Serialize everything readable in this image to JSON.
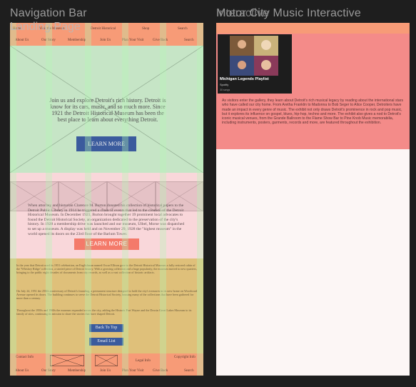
{
  "frames": {
    "left_title": "Navigation Bar",
    "left_overlap": "Landing Page",
    "right_title": "Motor City Music Interactive",
    "right_overlap": "Interactive"
  },
  "nav_top": [
    "Home",
    "Visit the Museum",
    "Detroit Historical",
    "Shop",
    "Search"
  ],
  "nav_second": [
    "About Us",
    "Our Story",
    "Membership",
    "Join Us",
    "Plan Your Visit",
    "Give Back",
    "Search"
  ],
  "hero": {
    "text": "Join us and explore Detroit's rich history. Detroit is know for its cars, music, and so much more. Since 1921 the Detroit Historical Museum has been the best place to learn about everything Detroit.",
    "button": "LEARN MORE"
  },
  "history": {
    "text": "When attorney and historian Clarence M. Burton donated his collection of historical papers to the Detroit Public Library in 1914 he triggered a chain of events that led to the creation of the Detroit Historical Museum. In December 1921, Burton brought together 19 prominent local advocates to found the Detroit Historical Society, an organization dedicated to the preservation of the city's history. In 1928 a membership drive was launched and our museum, Ulbel, Morse was dispatched to set up a museum. A display was held and on November 29, 1928 the \"highest museum\" in the world opened its doors on the 23rd floor of the Barlum Tower.",
    "button": "LEARN MORE"
  },
  "gold": {
    "p1": "In the year that Detroit used its 1951 celebration, an Englishman named Oscar Ellison gave to the Detroit Historical Museum a fully restored cabin of the 'Whiskey Ridge' collection, a storied piece of Detroit history. With a growing collection and a huge popularity, the museum moved to new quarters, bringing to the public eight decades of documents from city records, as well as a vast collection of historic artifacts.",
    "p2": "On July 24, 1951 the 250th anniversary of Detroit's founding, a permanent structure designed to hold the city's treasures in its new home on Woodward Avenue opened its doors. The building continues to serve the Detroit Historical Society, housing many of the collections that have been gathered for more than a century.",
    "p3": "Throughout the 1950s and 1960s the museum expanded across the city, adding the Historic Fort Wayne and the Dossin Great Lakes Museum to its family of sites, continuing its mission to share the stories that have shaped Detroit.",
    "back_to_top": "Back To Top",
    "email_list": "Email List"
  },
  "footer_top": [
    "Contact Info",
    "Legal Info",
    "Copyright Info"
  ],
  "footer_bottom": [
    "About Us",
    "Our Story",
    "Membership",
    "Join Us",
    "Plan Your Visit",
    "Give Back",
    "Search"
  ],
  "playlist": {
    "title": "Michigan Legends Playlist",
    "subtitle": "Spotify",
    "meta": "30 songs"
  },
  "right_text": "As visitors enter the gallery, they learn about Detroit's rich musical legacy by reading about the international stars who have called our city home. From Aretha Franklin to Madonna to Bob Seger to Alice Cooper, Detroiters have made an impact in every genre of music. The exhibit not only draws Detroit's prominence in rock and pop music, but it explores its influence on gospel, blues, hip-hop, techno and more. The exhibit also gives a nod to Detroit's iconic musical venues, from the Grande Ballroom to the Flame Show Bar to Pine Knob Music memorabilia, including instruments, posters, garments, records and more, are featured throughout the exhibition.",
  "colors": {
    "nav": "#f79b77",
    "hero": "#c6e5c6",
    "pink": "#f9d7da",
    "gold": "#dfc07a",
    "button_blue": "#3b5b9d",
    "button_coral": "#f47a6a",
    "right_body": "#f48b89"
  }
}
